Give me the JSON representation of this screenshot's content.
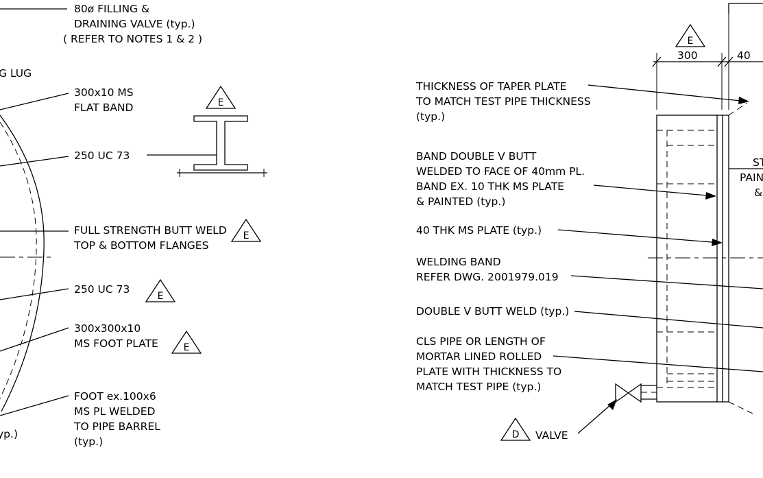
{
  "left_notes": {
    "valve_1": "80ø FILLING &",
    "valve_2": "DRAINING VALVE (typ.)",
    "valve_3": "( REFER TO NOTES 1 & 2 )",
    "lug": "G LUG",
    "band_1": "300x10 MS",
    "band_2": "FLAT BAND",
    "uc_top": "250 UC 73",
    "butt_1": "FULL STRENGTH BUTT WELD",
    "butt_2": "TOP & BOTTOM FLANGES",
    "uc_mid": "250 UC 73",
    "foot_plate_1": "300x300x10",
    "foot_plate_2": "MS FOOT PLATE",
    "foot_1": "FOOT ex.100x6",
    "foot_2": "MS PL WELDED",
    "foot_3": "TO PIPE BARREL",
    "foot_4": "(typ.)",
    "typ_partial": "yp.)"
  },
  "right_notes": {
    "taper_1": "THICKNESS OF TAPER PLATE",
    "taper_2": "TO MATCH TEST PIPE THICKNESS",
    "taper_3": "(typ.)",
    "bandv_1": "BAND DOUBLE V BUTT",
    "bandv_2": "WELDED TO FACE OF 40mm PL.",
    "bandv_3": "BAND EX. 10 THK MS PLATE",
    "bandv_4": "& PAINTED (typ.)",
    "plate40": "40 THK MS PLATE (typ.)",
    "wband_1": "WELDING BAND",
    "wband_2": "REFER DWG. 2001979.019",
    "dvweld": "DOUBLE V BUTT WELD (typ.)",
    "cls_1": "CLS PIPE OR LENGTH OF",
    "cls_2": "MORTAR LINED ROLLED",
    "cls_3": "PLATE WITH THICKNESS TO",
    "cls_4": "MATCH TEST PIPE (typ.)",
    "valve": "VALVE",
    "cut_1": "ST",
    "cut_2": "PAIN",
    "cut_3": "&"
  },
  "dimensions": {
    "d300": "300",
    "d40": "40"
  },
  "revisions": {
    "e": "E",
    "d": "D"
  }
}
